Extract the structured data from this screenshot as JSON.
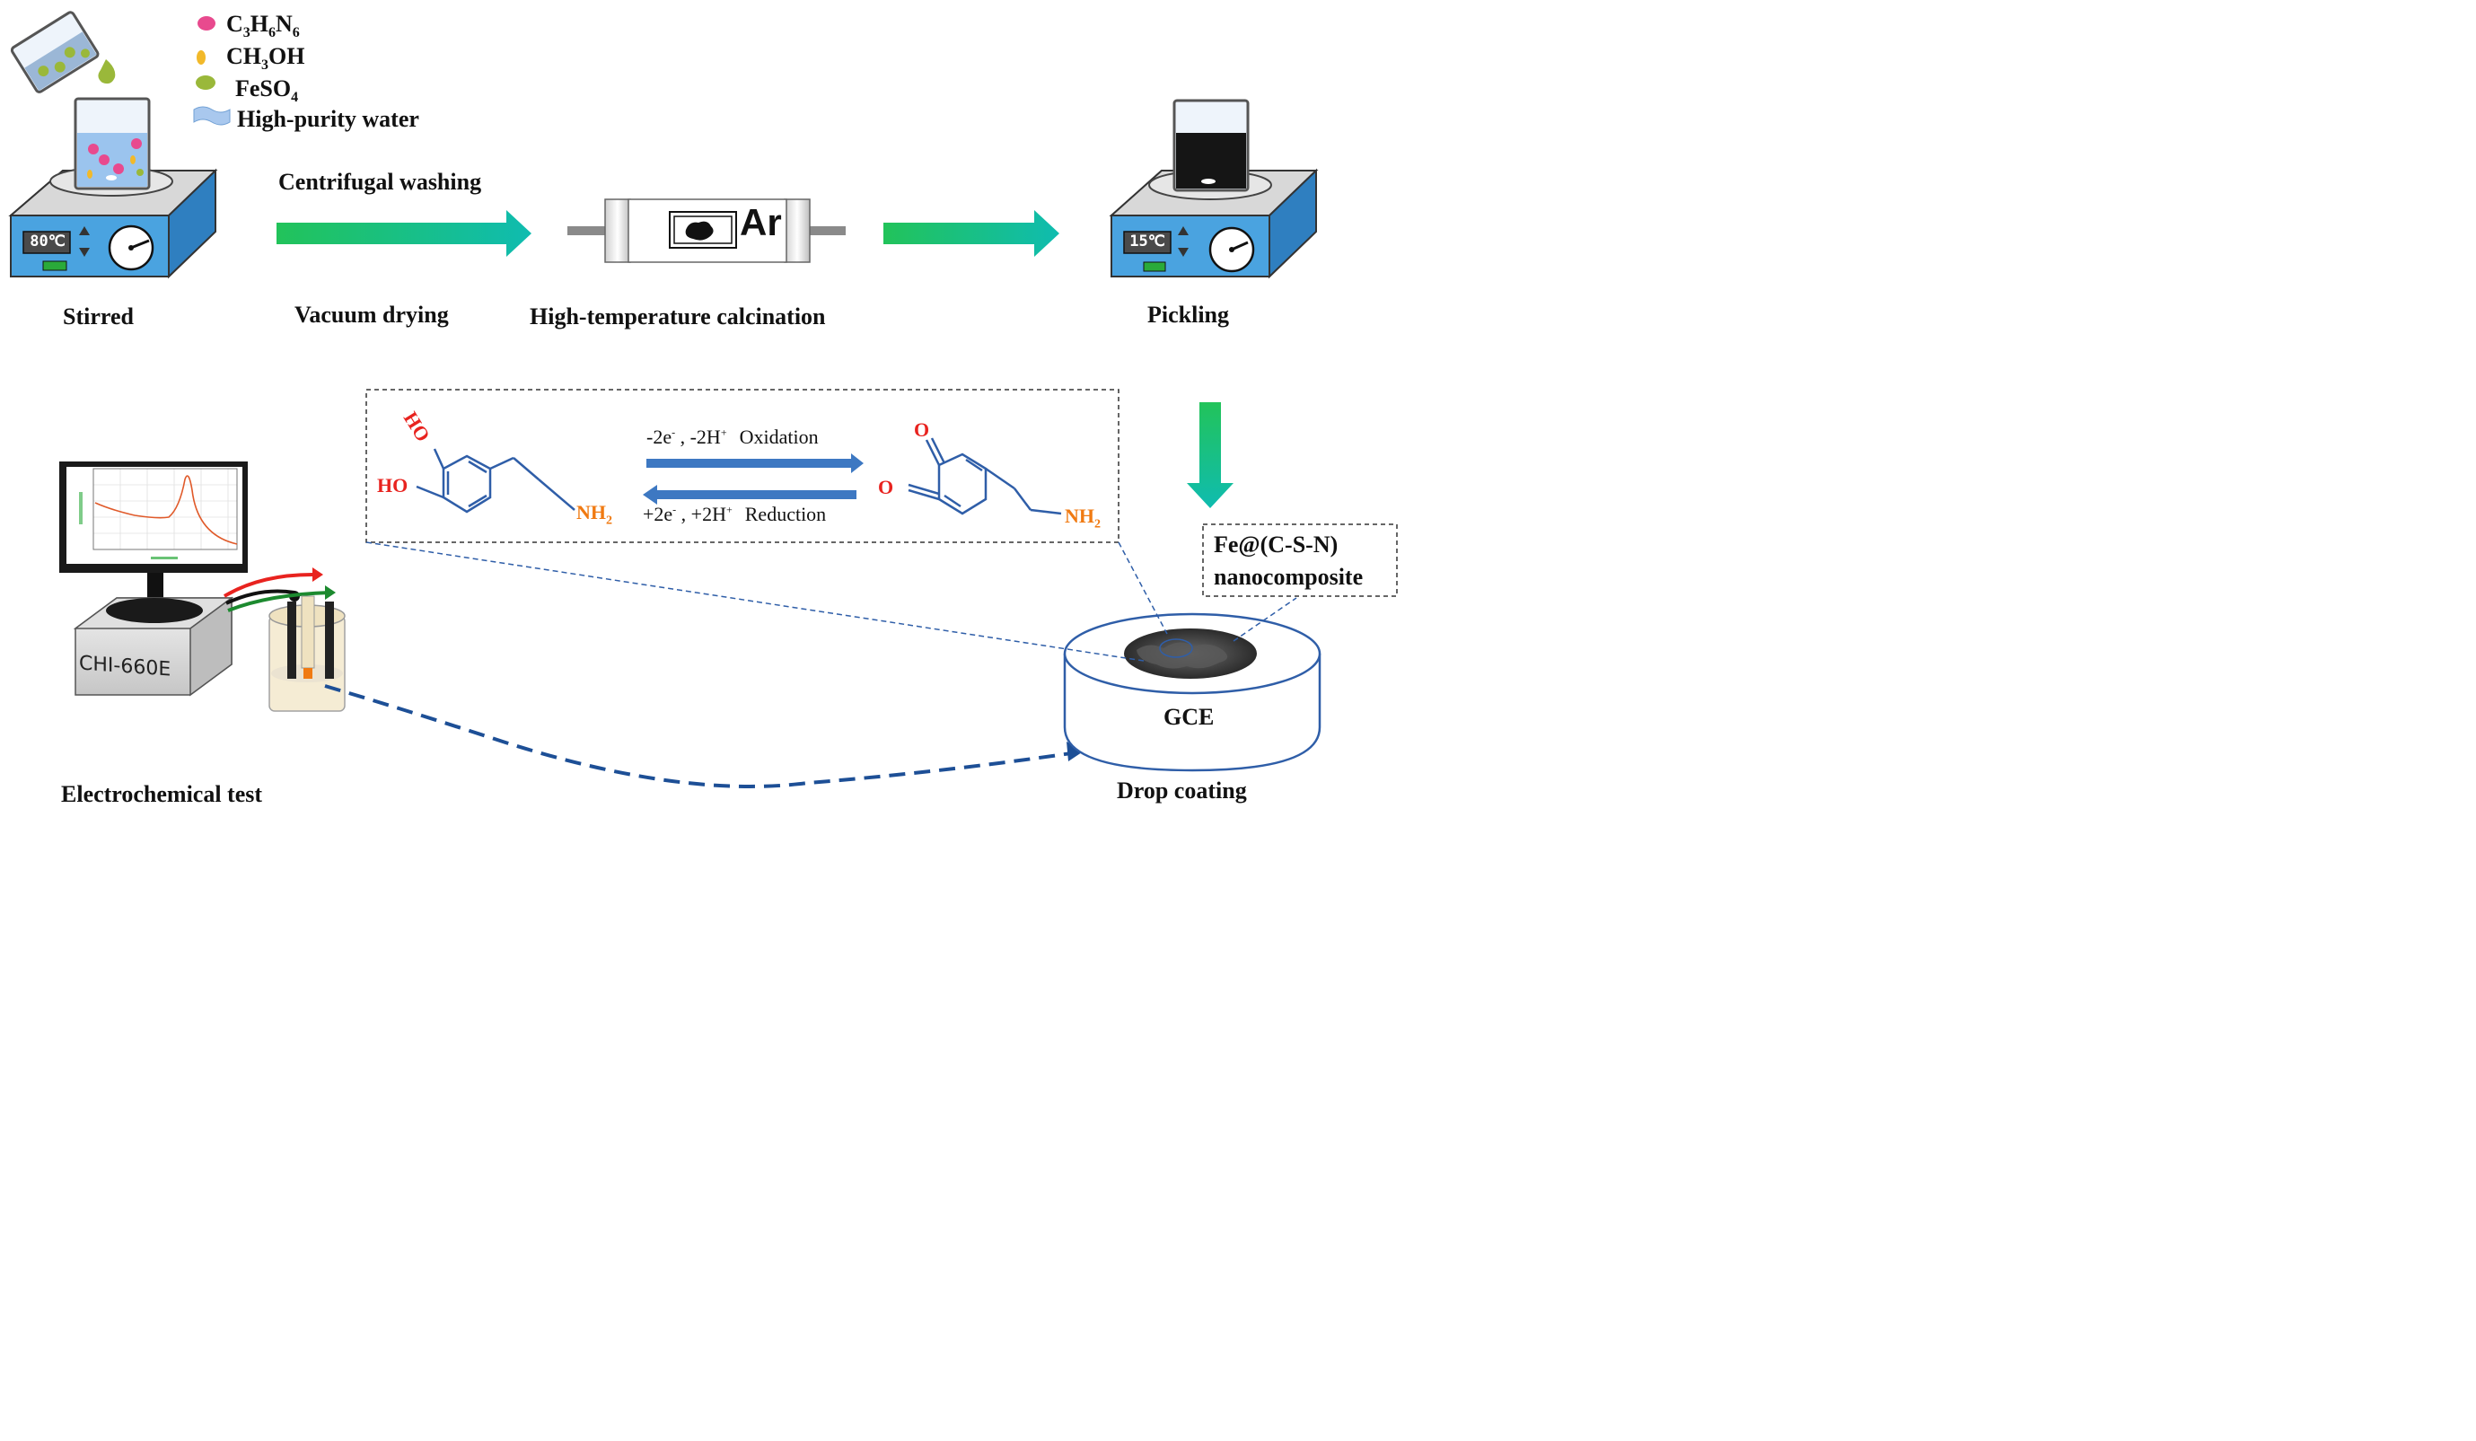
{
  "legend": {
    "items": [
      {
        "formula_main": "C",
        "sub1": "3",
        "mid": "H",
        "sub2": "6",
        "mid2": "N",
        "sub3": "6",
        "color": "#e84a8e"
      },
      {
        "formula_main": "CH",
        "sub1": "3",
        "mid": "OH",
        "color": "#f2b92a"
      },
      {
        "formula_main": "FeSO",
        "sub1": "4",
        "color": "#9ab83a"
      },
      {
        "text": "High-purity water",
        "color": "#a9c8ee"
      }
    ]
  },
  "steps": {
    "stirred": "Stirred",
    "centrifugal_washing": "Centrifugal washing",
    "vacuum_drying": "Vacuum drying",
    "calcination": "High-temperature calcination",
    "pickling": "Pickling",
    "drop_coating": "Drop coating",
    "electrochemical_test": "Electrochemical test"
  },
  "devices": {
    "stirrer1_temp": "80℃",
    "stirrer2_temp": "15℃",
    "furnace_gas": "Ar",
    "workstation": "CHI-660E",
    "electrode": "GCE",
    "nanocomposite_line1": "Fe@(C-S-N)",
    "nanocomposite_line2": "nanocomposite"
  },
  "reaction": {
    "oxidation_main": "-2e",
    "oxidation_sup1": "-",
    "oxidation_mid": " , -2H",
    "oxidation_sup2": "+",
    "oxidation_word": "Oxidation",
    "reduction_main": "+2e",
    "reduction_sup1": "-",
    "reduction_mid": " , +2H",
    "reduction_sup2": "+",
    "reduction_word": "Reduction",
    "left_ho_top": "HO",
    "left_ho_left": "HO",
    "left_nh": "NH",
    "left_nh_sub": "2",
    "right_o_top": "O",
    "right_o_left": "O",
    "right_nh": "NH",
    "right_nh_sub": "2"
  },
  "colors": {
    "arrow_gradient_start": "#22c35a",
    "arrow_gradient_end": "#0fbcb0",
    "redox_arrow": "#3d78c2",
    "red_label": "#e8231f",
    "orange_label": "#f07a12",
    "molecule_bond": "#2f5ea8",
    "stirrer_blue": "#4aa3e0",
    "dashed_link": "#1d4f96"
  }
}
